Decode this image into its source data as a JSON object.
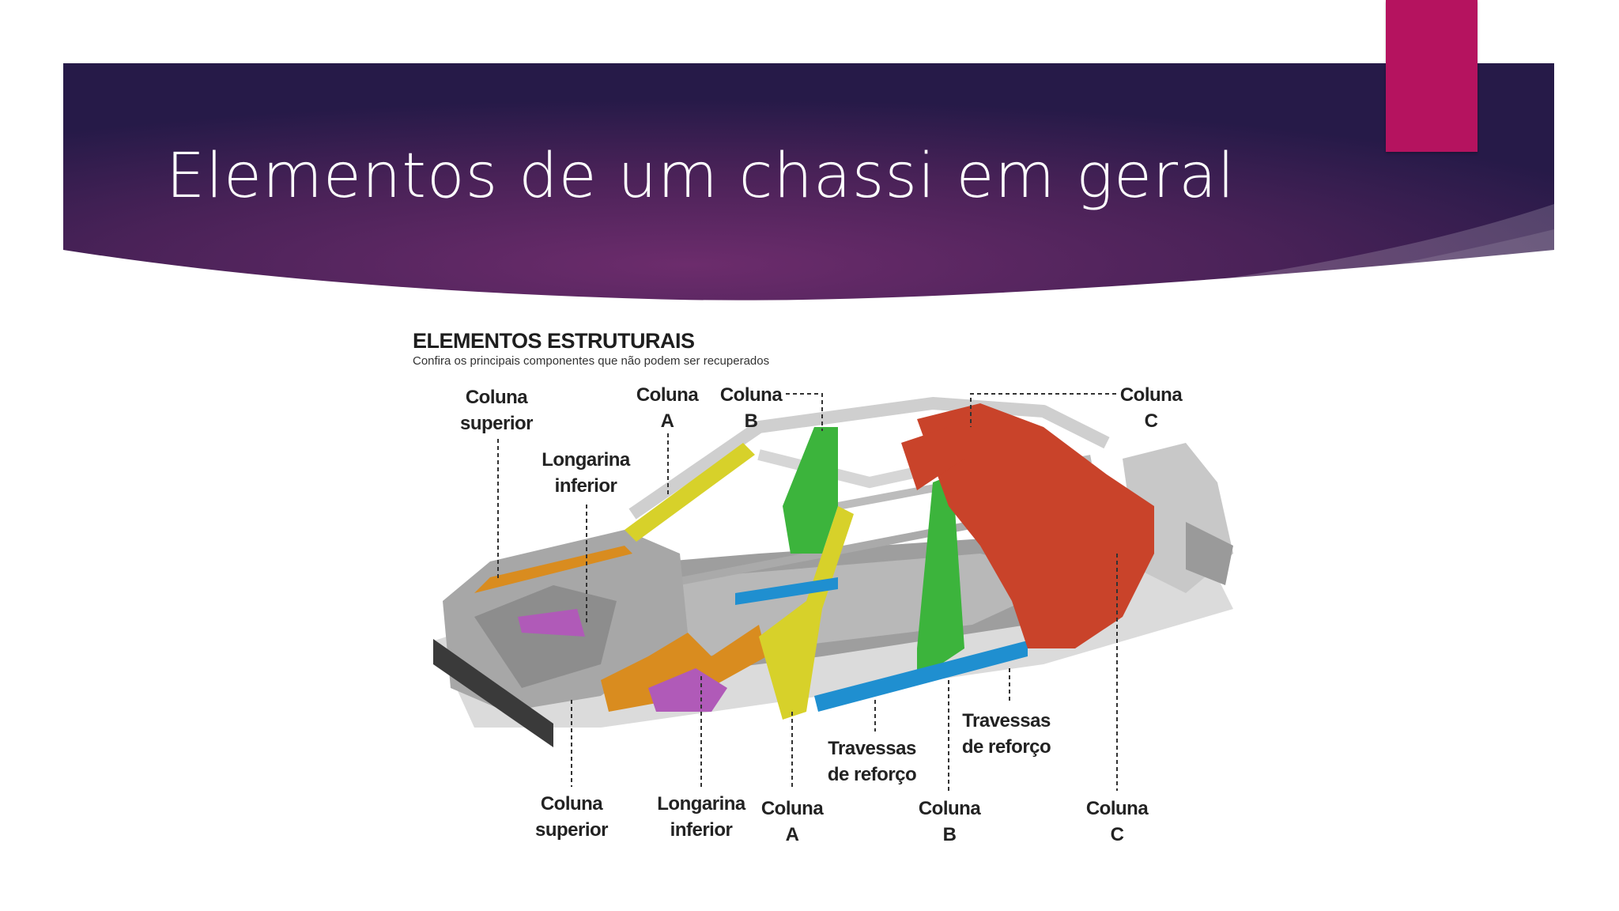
{
  "slide": {
    "title": "Elementos de um chassi em geral"
  },
  "figure": {
    "heading": "ELEMENTOS ESTRUTURAIS",
    "subheading": "Confira os principais componentes que não podem ser recuperados",
    "labels": {
      "top_coluna_superior": [
        "Coluna",
        "superior"
      ],
      "top_longarina_inferior": [
        "Longarina",
        "inferior"
      ],
      "top_coluna_a": [
        "Coluna",
        "A"
      ],
      "top_coluna_b": [
        "Coluna",
        "B"
      ],
      "top_coluna_c": [
        "Coluna",
        "C"
      ],
      "bottom_coluna_superior": [
        "Coluna",
        "superior"
      ],
      "bottom_longarina_inferior": [
        "Longarina",
        "inferior"
      ],
      "bottom_coluna_a": [
        "Coluna",
        "A"
      ],
      "travessas_1": [
        "Travessas",
        "de reforço"
      ],
      "bottom_coluna_b": [
        "Coluna",
        "B"
      ],
      "travessas_2": [
        "Travessas",
        "de reforço"
      ],
      "bottom_coluna_c": [
        "Coluna",
        "C"
      ]
    }
  },
  "colors": {
    "banner_dark": "#2a1b4d",
    "banner_mid": "#6a2c6c",
    "accent": "#b5135f",
    "coluna_superior": "#d98c1f",
    "coluna_a": "#d7d12a",
    "coluna_b": "#3cb43c",
    "coluna_c": "#c9432a",
    "longarina": "#b05ab8",
    "travessas": "#1f8fd0"
  }
}
